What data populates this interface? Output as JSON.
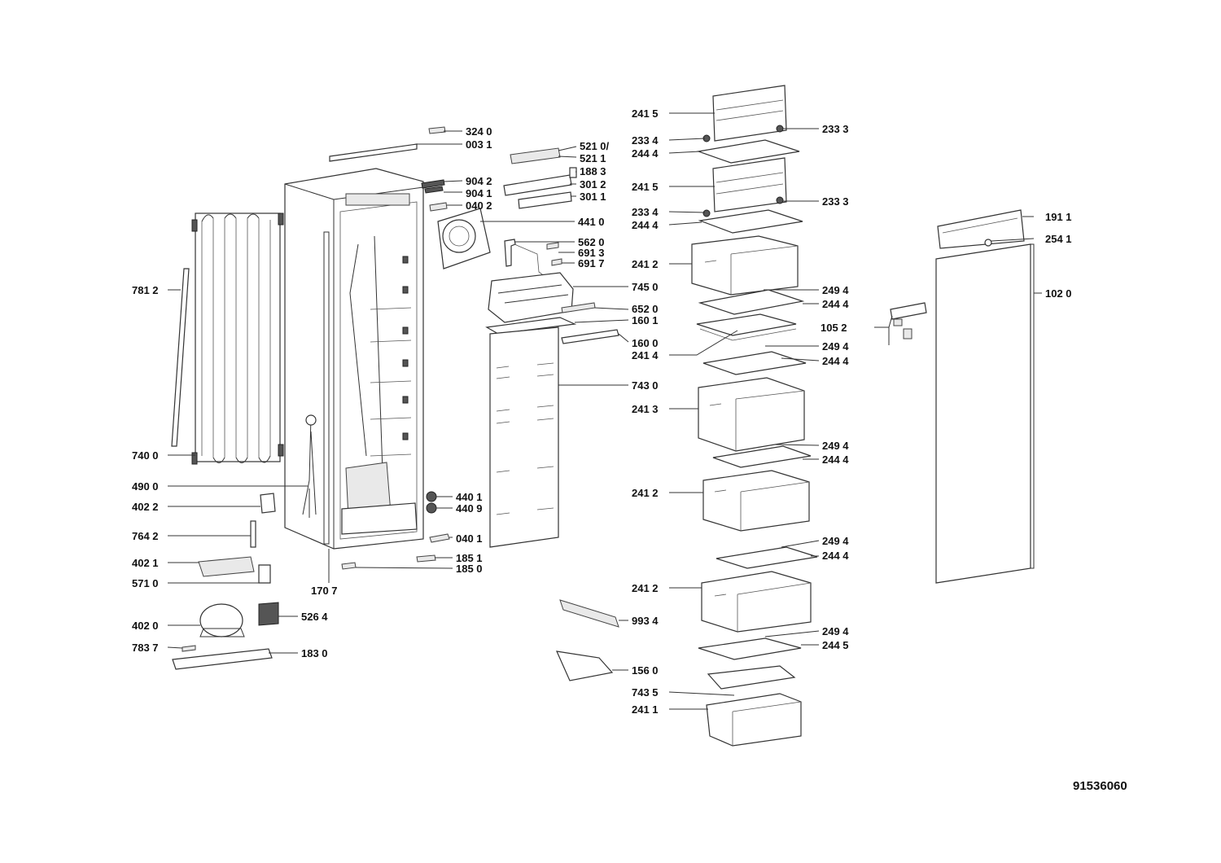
{
  "document_number": "91536060",
  "labels": [
    "324 0",
    "003 1",
    "521 0/",
    "521 1",
    "904 2",
    "188 3",
    "904 1",
    "301 2",
    "040 2",
    "301 1",
    "441 0",
    "562 0",
    "691 3",
    "691 7",
    "745 0",
    "652 0",
    "160 1",
    "160 0",
    "743 0",
    "781 2",
    "740 0",
    "490 0",
    "402 2",
    "764 2",
    "402 1",
    "571 0",
    "402 0",
    "783 7",
    "183 0",
    "526 4",
    "440 1",
    "440 9",
    "040 1",
    "185 1",
    "185 0",
    "170 7",
    "993 4",
    "156 0",
    "743 5",
    "241 1",
    "241 5",
    "233 4",
    "244 4",
    "233 3",
    "241 5",
    "233 4",
    "233 3",
    "244 4",
    "241 2",
    "249 4",
    "244 4",
    "241 4",
    "249 4",
    "244 4",
    "241 3",
    "249 4",
    "244 4",
    "241 2",
    "249 4",
    "244 4",
    "241 2",
    "249 4",
    "244 5",
    "105 2",
    "191 1",
    "254 1",
    "102 0"
  ]
}
